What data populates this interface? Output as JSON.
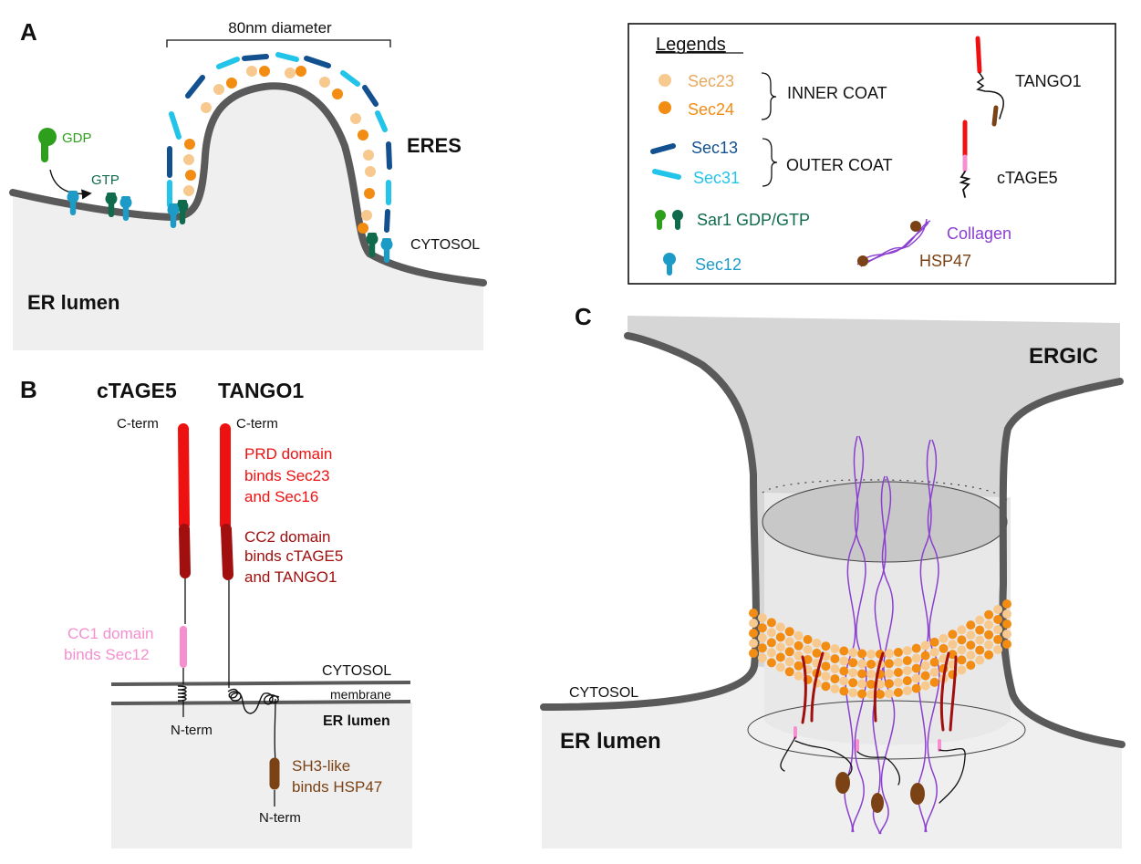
{
  "panelA": {
    "letter": "A",
    "diameter_label": "80nm diameter",
    "gdp": "GDP",
    "gtp": "GTP",
    "eres": "ERES",
    "cytosol": "CYTOSOL",
    "er_lumen": "ER lumen"
  },
  "legend": {
    "title": "Legends",
    "sec23": "Sec23",
    "sec24": "Sec24",
    "inner_coat": "INNER COAT",
    "sec13": "Sec13",
    "sec31": "Sec31",
    "outer_coat": "OUTER COAT",
    "sar1": "Sar1 GDP/GTP",
    "sec12": "Sec12",
    "tango1": "TANGO1",
    "ctage5": "cTAGE5",
    "collagen": "Collagen",
    "hsp47": "HSP47"
  },
  "panelB": {
    "letter": "B",
    "ctage5": "cTAGE5",
    "tango1": "TANGO1",
    "cterm_left": "C-term",
    "cterm_right": "C-term",
    "prd_line1": "PRD domain",
    "prd_line2": "binds Sec23",
    "prd_line3": "and Sec16",
    "cc2_line1": "CC2 domain",
    "cc2_line2": "binds cTAGE5",
    "cc2_line3": "and TANGO1",
    "cc1_line1": "CC1 domain",
    "cc1_line2": "binds Sec12",
    "cytosol": "CYTOSOL",
    "membrane": "membrane",
    "er_lumen": "ER lumen",
    "nterm_left": "N-term",
    "sh3_line1": "SH3-like",
    "sh3_line2": "binds HSP47",
    "nterm_right": "N-term"
  },
  "panelC": {
    "letter": "C",
    "ergic": "ERGIC",
    "cytosol": "CYTOSOL",
    "er_lumen": "ER lumen"
  },
  "colors": {
    "sec23": "#f7c98e",
    "sec24": "#f28c13",
    "sec13": "#12508f",
    "sec31": "#23c4ea",
    "sar1_gdp": "#2e9f1c",
    "sar1_gtp": "#0f6b4c",
    "sec12": "#1c9bc7",
    "prd": "#ee1111",
    "cc2": "#a10f0f",
    "cc1": "#f58fcf",
    "sh3": "#7a4215",
    "collagen": "#8b3fcf",
    "membrane": "#5a5a5a",
    "lumen_fill": "#efefef"
  }
}
